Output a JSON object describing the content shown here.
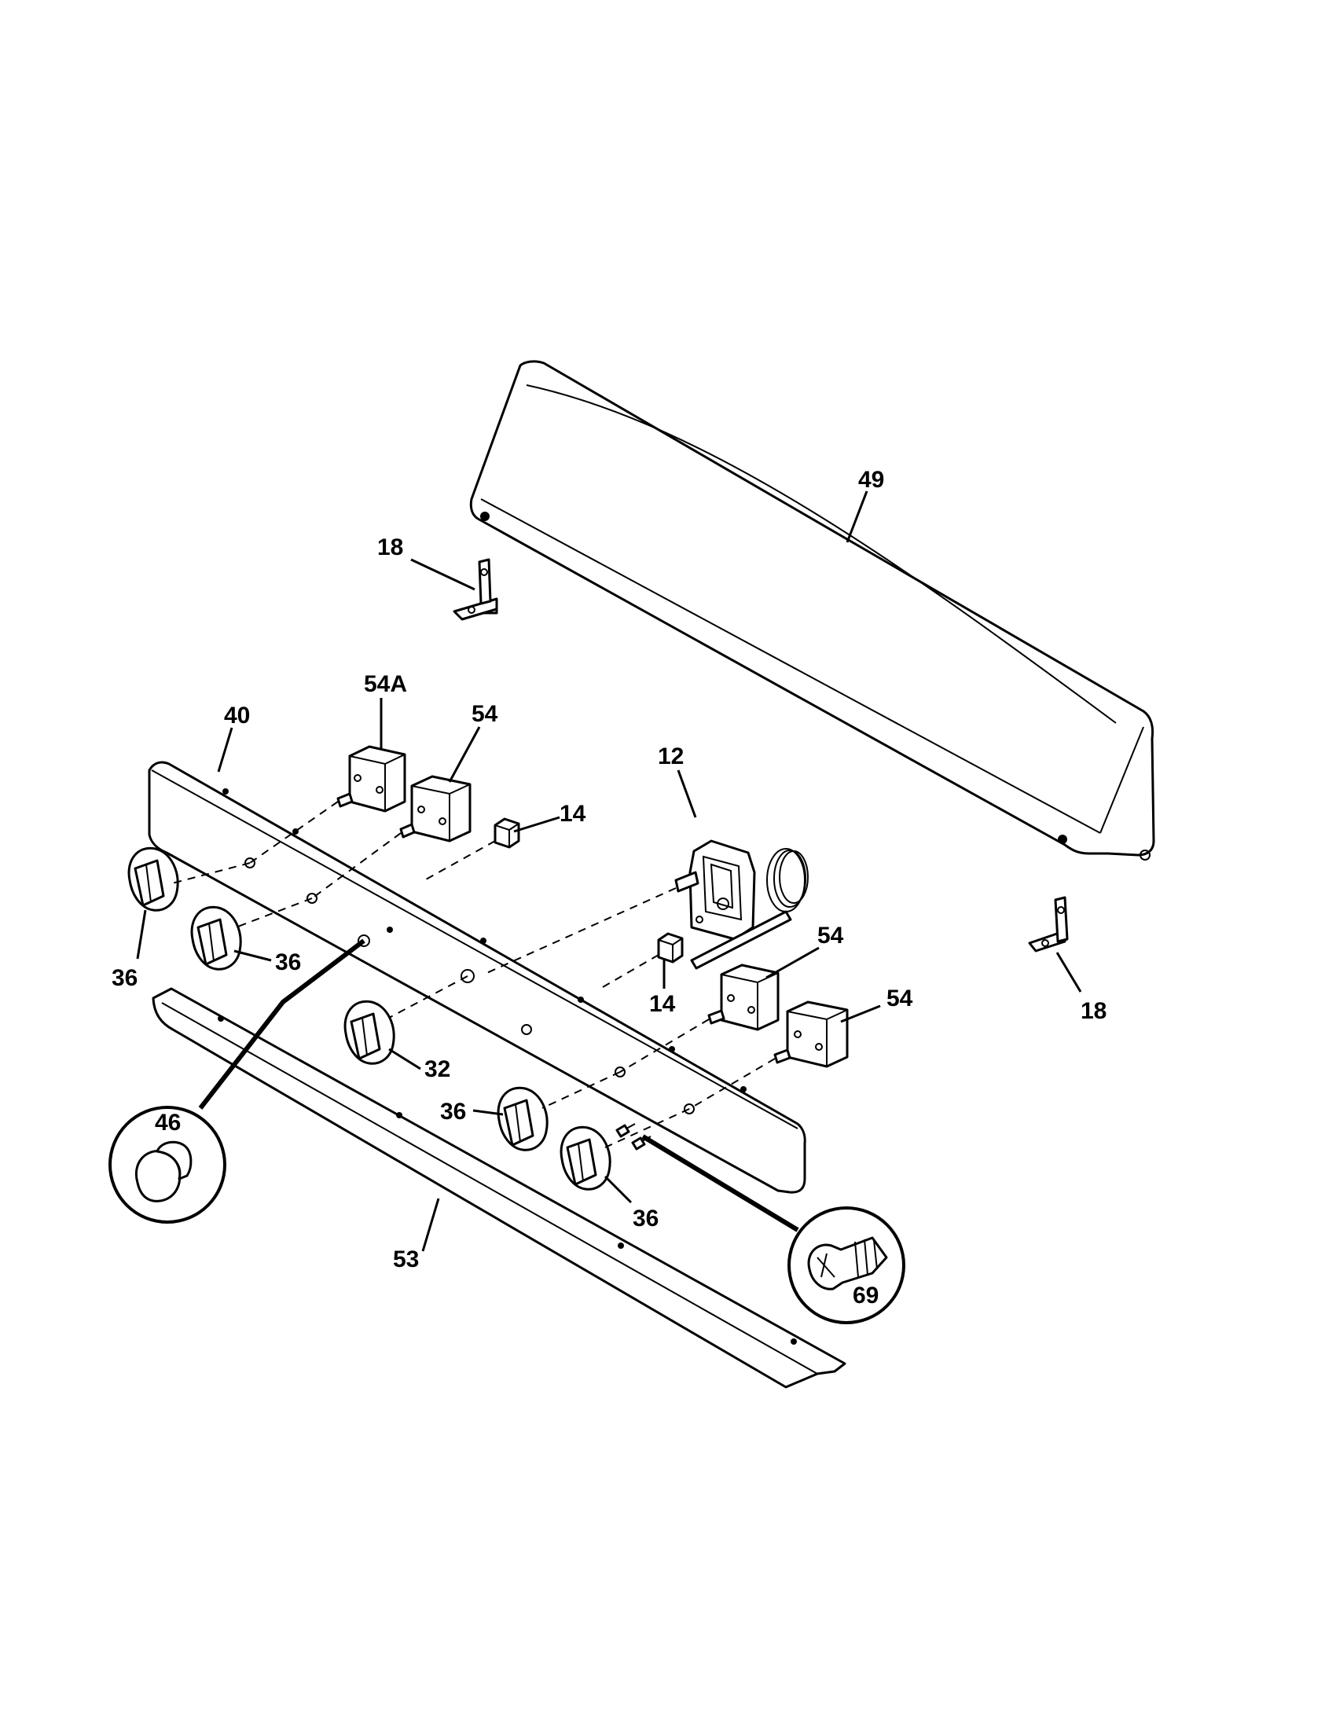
{
  "callouts": {
    "c12": "12",
    "c14a": "14",
    "c14b": "14",
    "c18a": "18",
    "c18b": "18",
    "c32": "32",
    "c36a": "36",
    "c36b": "36",
    "c36c": "36",
    "c36d": "36",
    "c40": "40",
    "c46": "46",
    "c49": "49",
    "c53": "53",
    "c54a": "54",
    "c54b": "54",
    "c54c": "54",
    "c54A": "54A",
    "c69": "69"
  },
  "colors": {
    "line": "#000000",
    "fill": "#ffffff"
  }
}
